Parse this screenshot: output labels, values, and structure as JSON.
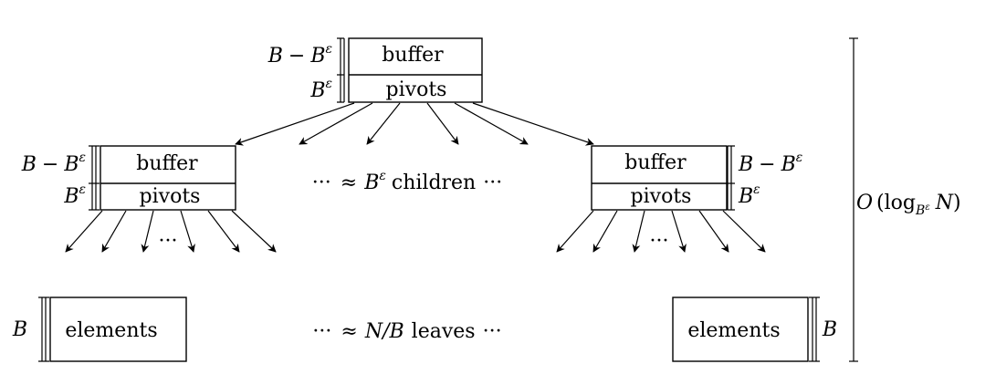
{
  "root": {
    "buffer_label": "buffer",
    "pivots_label": "pivots"
  },
  "internal_left": {
    "buffer_label": "buffer",
    "pivots_label": "pivots"
  },
  "internal_right": {
    "buffer_label": "buffer",
    "pivots_label": "pivots"
  },
  "leaf_left": {
    "label": "elements"
  },
  "leaf_right": {
    "label": "elements"
  },
  "sizes": {
    "buffer_B": "B",
    "buffer_minus": "−",
    "buffer_Beps": "B",
    "eps": "ε",
    "pivots_B": "B",
    "leaf_B": "B"
  },
  "children_text": {
    "dots_left": "···",
    "approx": "≈",
    "B": "B",
    "eps": "ε",
    "word": "children",
    "dots_right": "···"
  },
  "leaves_text": {
    "dots_left": "···",
    "approx": "≈",
    "N_over_B": "N/B",
    "word": "leaves",
    "dots_right": "···"
  },
  "subtree_dots": "···",
  "height": {
    "O": "O",
    "open_paren": "(",
    "log": "log",
    "base_B": "B",
    "base_eps": "ε",
    "N": "N",
    "close_paren": ")"
  }
}
